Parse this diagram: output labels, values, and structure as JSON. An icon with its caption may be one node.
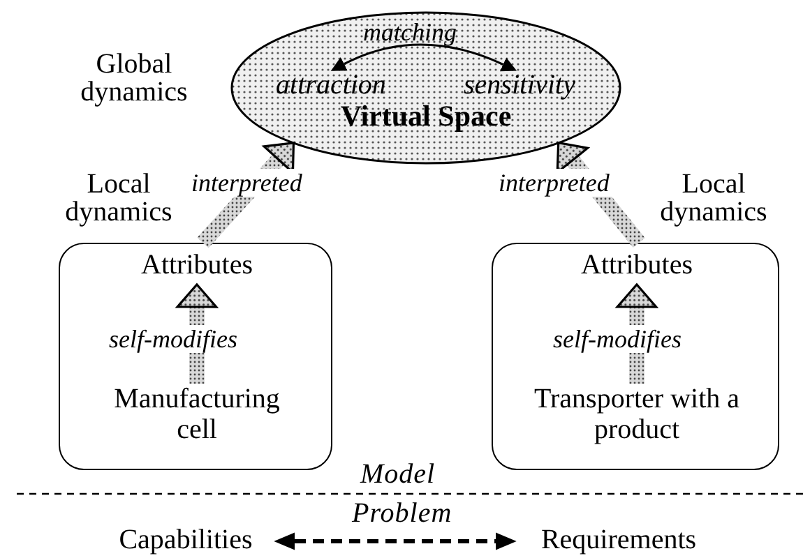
{
  "diagram": {
    "nodes": [
      {
        "text": [
          "Virtual Space"
        ],
        "beside": [
          "Global dynamics"
        ]
      },
      {
        "text": [
          "attraction"
        ],
        "in": 0
      },
      {
        "text": [
          "sensitivity"
        ],
        "in": 0
      },
      {
        "text": [],
        "shape": "box",
        "beside": [
          "Local dynamics"
        ]
      },
      {
        "text": [
          "Attributes"
        ],
        "in": 3
      },
      {
        "text": [
          "Manufacturing cell"
        ],
        "in": 3
      },
      {
        "text": [],
        "shape": "box",
        "beside": [
          "Local dynamics"
        ]
      },
      {
        "text": [
          "Attributes"
        ],
        "in": 6
      },
      {
        "text": [
          "Transporter with a product"
        ],
        "in": 6
      },
      {
        "text": [
          "Capabilities"
        ]
      },
      {
        "text": [
          "Requirements"
        ]
      }
    ],
    "edges": [
      {
        "from": 1,
        "to": 2,
        "arrow": "both",
        "label": "matching"
      },
      {
        "from": 5,
        "to": 4,
        "arrow": "to",
        "label": "self-modifies",
        "style": "thick"
      },
      {
        "from": 3,
        "to": 0,
        "arrow": "to",
        "label": "interpreted",
        "style": "thick"
      },
      {
        "from": 8,
        "to": 7,
        "arrow": "to",
        "label": "self-modifies",
        "style": "thick"
      },
      {
        "from": 6,
        "to": 0,
        "arrow": "to",
        "label": "interpreted",
        "style": "thick"
      },
      {
        "from": 9,
        "to": 10,
        "arrow": "both",
        "style": "dashed"
      }
    ],
    "labels": [
      "Model",
      "Problem"
    ]
  }
}
